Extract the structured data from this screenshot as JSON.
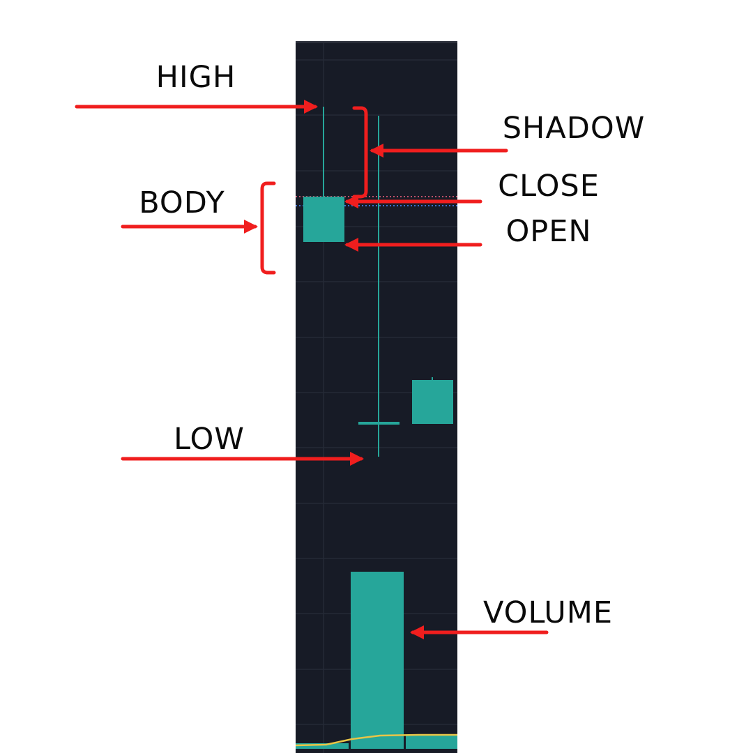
{
  "labels": {
    "high": "HIGH",
    "shadow": "SHADOW",
    "close": "CLOSE",
    "open": "OPEN",
    "body": "BODY",
    "low": "LOW",
    "volume": "VOLUME"
  },
  "colors": {
    "chart_background": "#171b26",
    "candle": "#26a69a",
    "annotation_arrow": "#f01e1e",
    "grid": "#2a2e39",
    "moving_average": "#e8c547",
    "price_line_red": "#c0506a",
    "price_line_blue": "#3b6fd1"
  }
}
